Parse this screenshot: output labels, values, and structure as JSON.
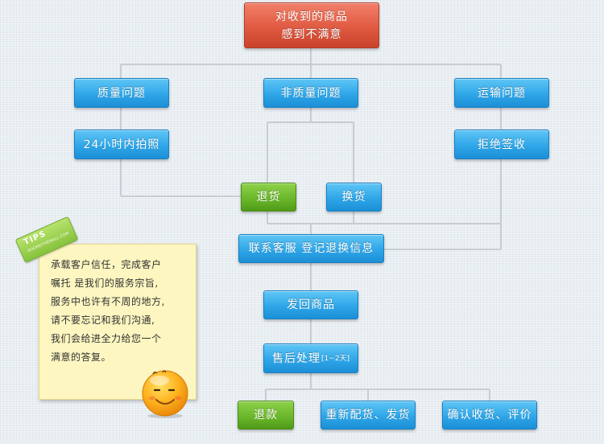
{
  "flowchart": {
    "nodes": {
      "unsatisfied": {
        "line1": "对收到的商品",
        "line2": "感到不满意"
      },
      "quality_issue": "质量问题",
      "non_quality_issue": "非质量问题",
      "shipping_issue": "运输问题",
      "photo_24h": "24小时内拍照",
      "refuse_signing": "拒绝签收",
      "return_goods": "退货",
      "exchange_goods": "换货",
      "contact_service": "联系客服 登记退换信息",
      "send_back": "发回商品",
      "after_sales": "售后处理",
      "after_sales_suffix": "[1~2天]",
      "refund": "退款",
      "reship": "重新配货、发货",
      "confirm_receipt": "确认收货、评价"
    }
  },
  "tips": {
    "tag": "TIPS",
    "tag_url": "ROOMSTHEMALL.COM",
    "lines": [
      "承载客户信任，完成客户",
      "嘱托 是我们的服务宗旨,",
      "服务中也许有不周的地方,",
      "请不要忘记和我们沟通,",
      "我们会给进全力给您一个",
      "满意的答复。"
    ]
  },
  "colors": {
    "node_blue": "#2fa6e8",
    "node_green": "#68b52a",
    "node_red": "#e05a42",
    "connector": "#c8cdd2",
    "note_bg": "#fdf6c0"
  }
}
